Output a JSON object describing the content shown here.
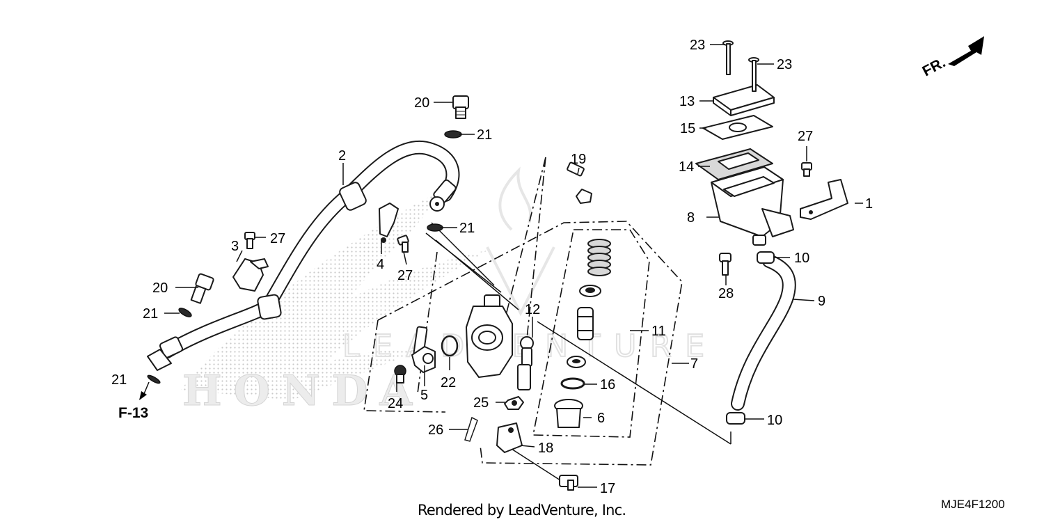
{
  "diagram": {
    "front_indicator": "FR.",
    "figure_ref": "F-13",
    "watermark_brand": "HONDA",
    "watermark_text": "LEADVENTURE",
    "credit": "Rendered by LeadVenture, Inc.",
    "diagram_code": "MJE4F1200",
    "callouts": [
      {
        "id": "c1",
        "num": "1"
      },
      {
        "id": "c2",
        "num": "2"
      },
      {
        "id": "c3",
        "num": "3"
      },
      {
        "id": "c4",
        "num": "4"
      },
      {
        "id": "c5",
        "num": "5"
      },
      {
        "id": "c6",
        "num": "6"
      },
      {
        "id": "c7",
        "num": "7"
      },
      {
        "id": "c8",
        "num": "8"
      },
      {
        "id": "c9",
        "num": "9"
      },
      {
        "id": "c10a",
        "num": "10"
      },
      {
        "id": "c10b",
        "num": "10"
      },
      {
        "id": "c11",
        "num": "11"
      },
      {
        "id": "c12",
        "num": "12"
      },
      {
        "id": "c13",
        "num": "13"
      },
      {
        "id": "c14",
        "num": "14"
      },
      {
        "id": "c15",
        "num": "15"
      },
      {
        "id": "c16",
        "num": "16"
      },
      {
        "id": "c17",
        "num": "17"
      },
      {
        "id": "c18",
        "num": "18"
      },
      {
        "id": "c19",
        "num": "19"
      },
      {
        "id": "c20a",
        "num": "20"
      },
      {
        "id": "c20b",
        "num": "20"
      },
      {
        "id": "c21a",
        "num": "21"
      },
      {
        "id": "c21b",
        "num": "21"
      },
      {
        "id": "c21c",
        "num": "21"
      },
      {
        "id": "c21d",
        "num": "21"
      },
      {
        "id": "c22",
        "num": "22"
      },
      {
        "id": "c23a",
        "num": "23"
      },
      {
        "id": "c23b",
        "num": "23"
      },
      {
        "id": "c24",
        "num": "24"
      },
      {
        "id": "c25",
        "num": "25"
      },
      {
        "id": "c26",
        "num": "26"
      },
      {
        "id": "c27a",
        "num": "27"
      },
      {
        "id": "c27b",
        "num": "27"
      },
      {
        "id": "c27c",
        "num": "27"
      },
      {
        "id": "c28",
        "num": "28"
      }
    ]
  }
}
